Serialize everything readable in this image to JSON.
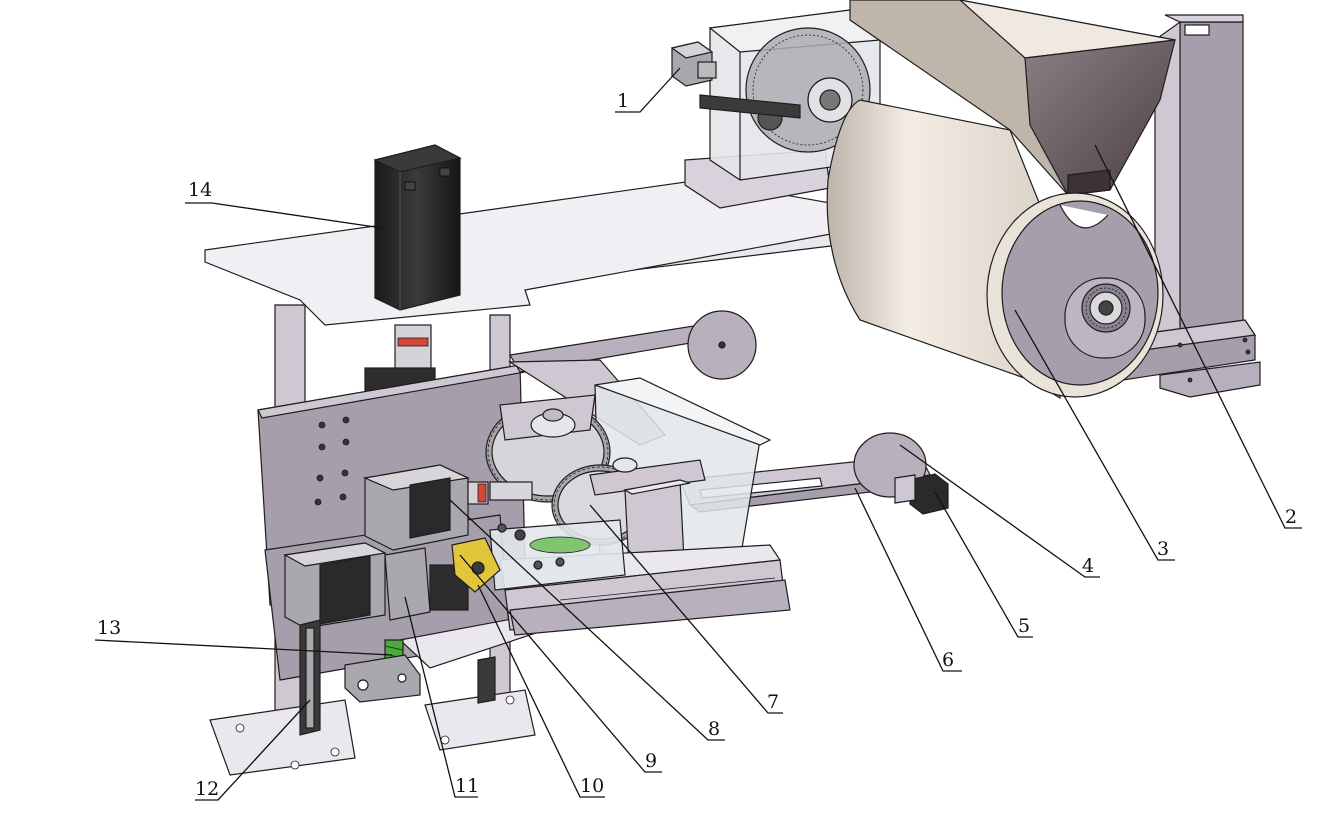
{
  "callouts": [
    {
      "num": "1"
    },
    {
      "num": "2"
    },
    {
      "num": "3"
    },
    {
      "num": "4"
    },
    {
      "num": "5"
    },
    {
      "num": "6"
    },
    {
      "num": "7"
    },
    {
      "num": "8"
    },
    {
      "num": "9"
    },
    {
      "num": "10"
    },
    {
      "num": "11"
    },
    {
      "num": "12"
    },
    {
      "num": "13"
    },
    {
      "num": "14"
    }
  ],
  "colors": {
    "frame": "#a79eab",
    "frame_light": "#cfc8d2",
    "frame_top": "#ebe7ee",
    "motor_dark": "#2a2a2a",
    "roll": "#ece6dc",
    "hopper": "#5c5052",
    "hopper_light": "#bfb5ab",
    "coupling_red": "#d0493a",
    "spring_green": "#4caa3b",
    "cam_yellow": "#e2c53a",
    "glass": "#e2e6ea"
  }
}
